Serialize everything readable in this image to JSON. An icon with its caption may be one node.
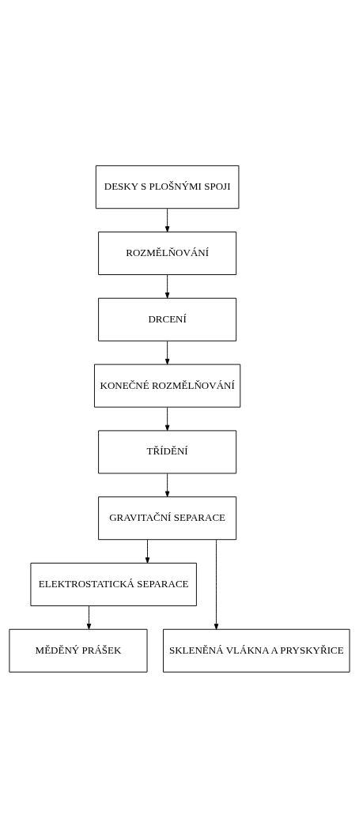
{
  "diagram": {
    "nodes": [
      {
        "text": [
          "DESKY S PLOŠNÝMI SPOJI"
        ]
      },
      {
        "text": [
          "ROZMĚLŇOVÁNÍ"
        ]
      },
      {
        "text": [
          "DRCENÍ"
        ]
      },
      {
        "text": [
          "KONEČNÉ ROZMĚLŇOVÁNÍ"
        ]
      },
      {
        "text": [
          "TŘÍDĚNÍ"
        ]
      },
      {
        "text": [
          "GRAVITAČNÍ SEPARACE"
        ]
      },
      {
        "text": [
          "ELEKTROSTATICKÁ SEPARACE"
        ]
      },
      {
        "text": [
          "MĚDĚNÝ PRÁŠEK"
        ]
      },
      {
        "text": [
          "SKLENĚNÁ VLÁKNA A PRYSKYŘICE"
        ]
      }
    ],
    "edges": [
      {
        "from": 0,
        "to": 1,
        "arrow": "to"
      },
      {
        "from": 1,
        "to": 2,
        "arrow": "to"
      },
      {
        "from": 2,
        "to": 3,
        "arrow": "to"
      },
      {
        "from": 3,
        "to": 4,
        "arrow": "to"
      },
      {
        "from": 4,
        "to": 5,
        "arrow": "to"
      },
      {
        "from": 5,
        "to": 6,
        "arrow": "to"
      },
      {
        "from": 5,
        "to": 8,
        "arrow": "to"
      },
      {
        "from": 6,
        "to": 7,
        "arrow": "to"
      }
    ]
  }
}
